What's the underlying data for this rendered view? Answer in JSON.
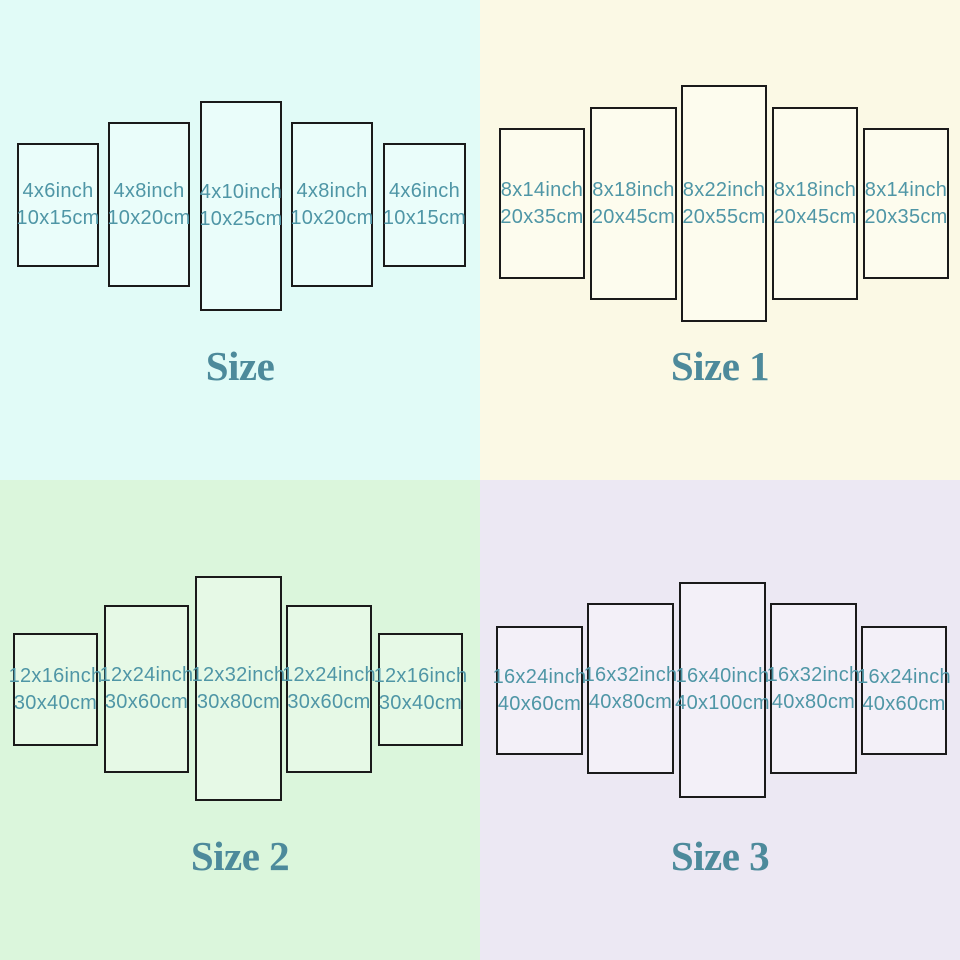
{
  "colors": {
    "quadrant_backgrounds": [
      "#e1fbf7",
      "#fbf9e5",
      "#dbf6dc",
      "#ece8f3"
    ],
    "panel_border": "#1a1a1a",
    "label_text": "#4f96a6",
    "title_text": "#4d8a9b"
  },
  "quadrants": [
    {
      "title": "Size",
      "panels": [
        {
          "inch": "4x6inch",
          "cm": "10x15cm"
        },
        {
          "inch": "4x8inch",
          "cm": "10x20cm"
        },
        {
          "inch": "4x10inch",
          "cm": "10x25cm"
        },
        {
          "inch": "4x8inch",
          "cm": "10x20cm"
        },
        {
          "inch": "4x6inch",
          "cm": "10x15cm"
        }
      ]
    },
    {
      "title": "Size 1",
      "panels": [
        {
          "inch": "8x14inch",
          "cm": "20x35cm"
        },
        {
          "inch": "8x18inch",
          "cm": "20x45cm"
        },
        {
          "inch": "8x22inch",
          "cm": "20x55cm"
        },
        {
          "inch": "8x18inch",
          "cm": "20x45cm"
        },
        {
          "inch": "8x14inch",
          "cm": "20x35cm"
        }
      ]
    },
    {
      "title": "Size 2",
      "panels": [
        {
          "inch": "12x16inch",
          "cm": "30x40cm"
        },
        {
          "inch": "12x24inch",
          "cm": "30x60cm"
        },
        {
          "inch": "12x32inch",
          "cm": "30x80cm"
        },
        {
          "inch": "12x24inch",
          "cm": "30x60cm"
        },
        {
          "inch": "12x16inch",
          "cm": "30x40cm"
        }
      ]
    },
    {
      "title": "Size 3",
      "panels": [
        {
          "inch": "16x24inch",
          "cm": "40x60cm"
        },
        {
          "inch": "16x32inch",
          "cm": "40x80cm"
        },
        {
          "inch": "16x40inch",
          "cm": "40x100cm"
        },
        {
          "inch": "16x32inch",
          "cm": "40x80cm"
        },
        {
          "inch": "16x24inch",
          "cm": "40x60cm"
        }
      ]
    }
  ]
}
